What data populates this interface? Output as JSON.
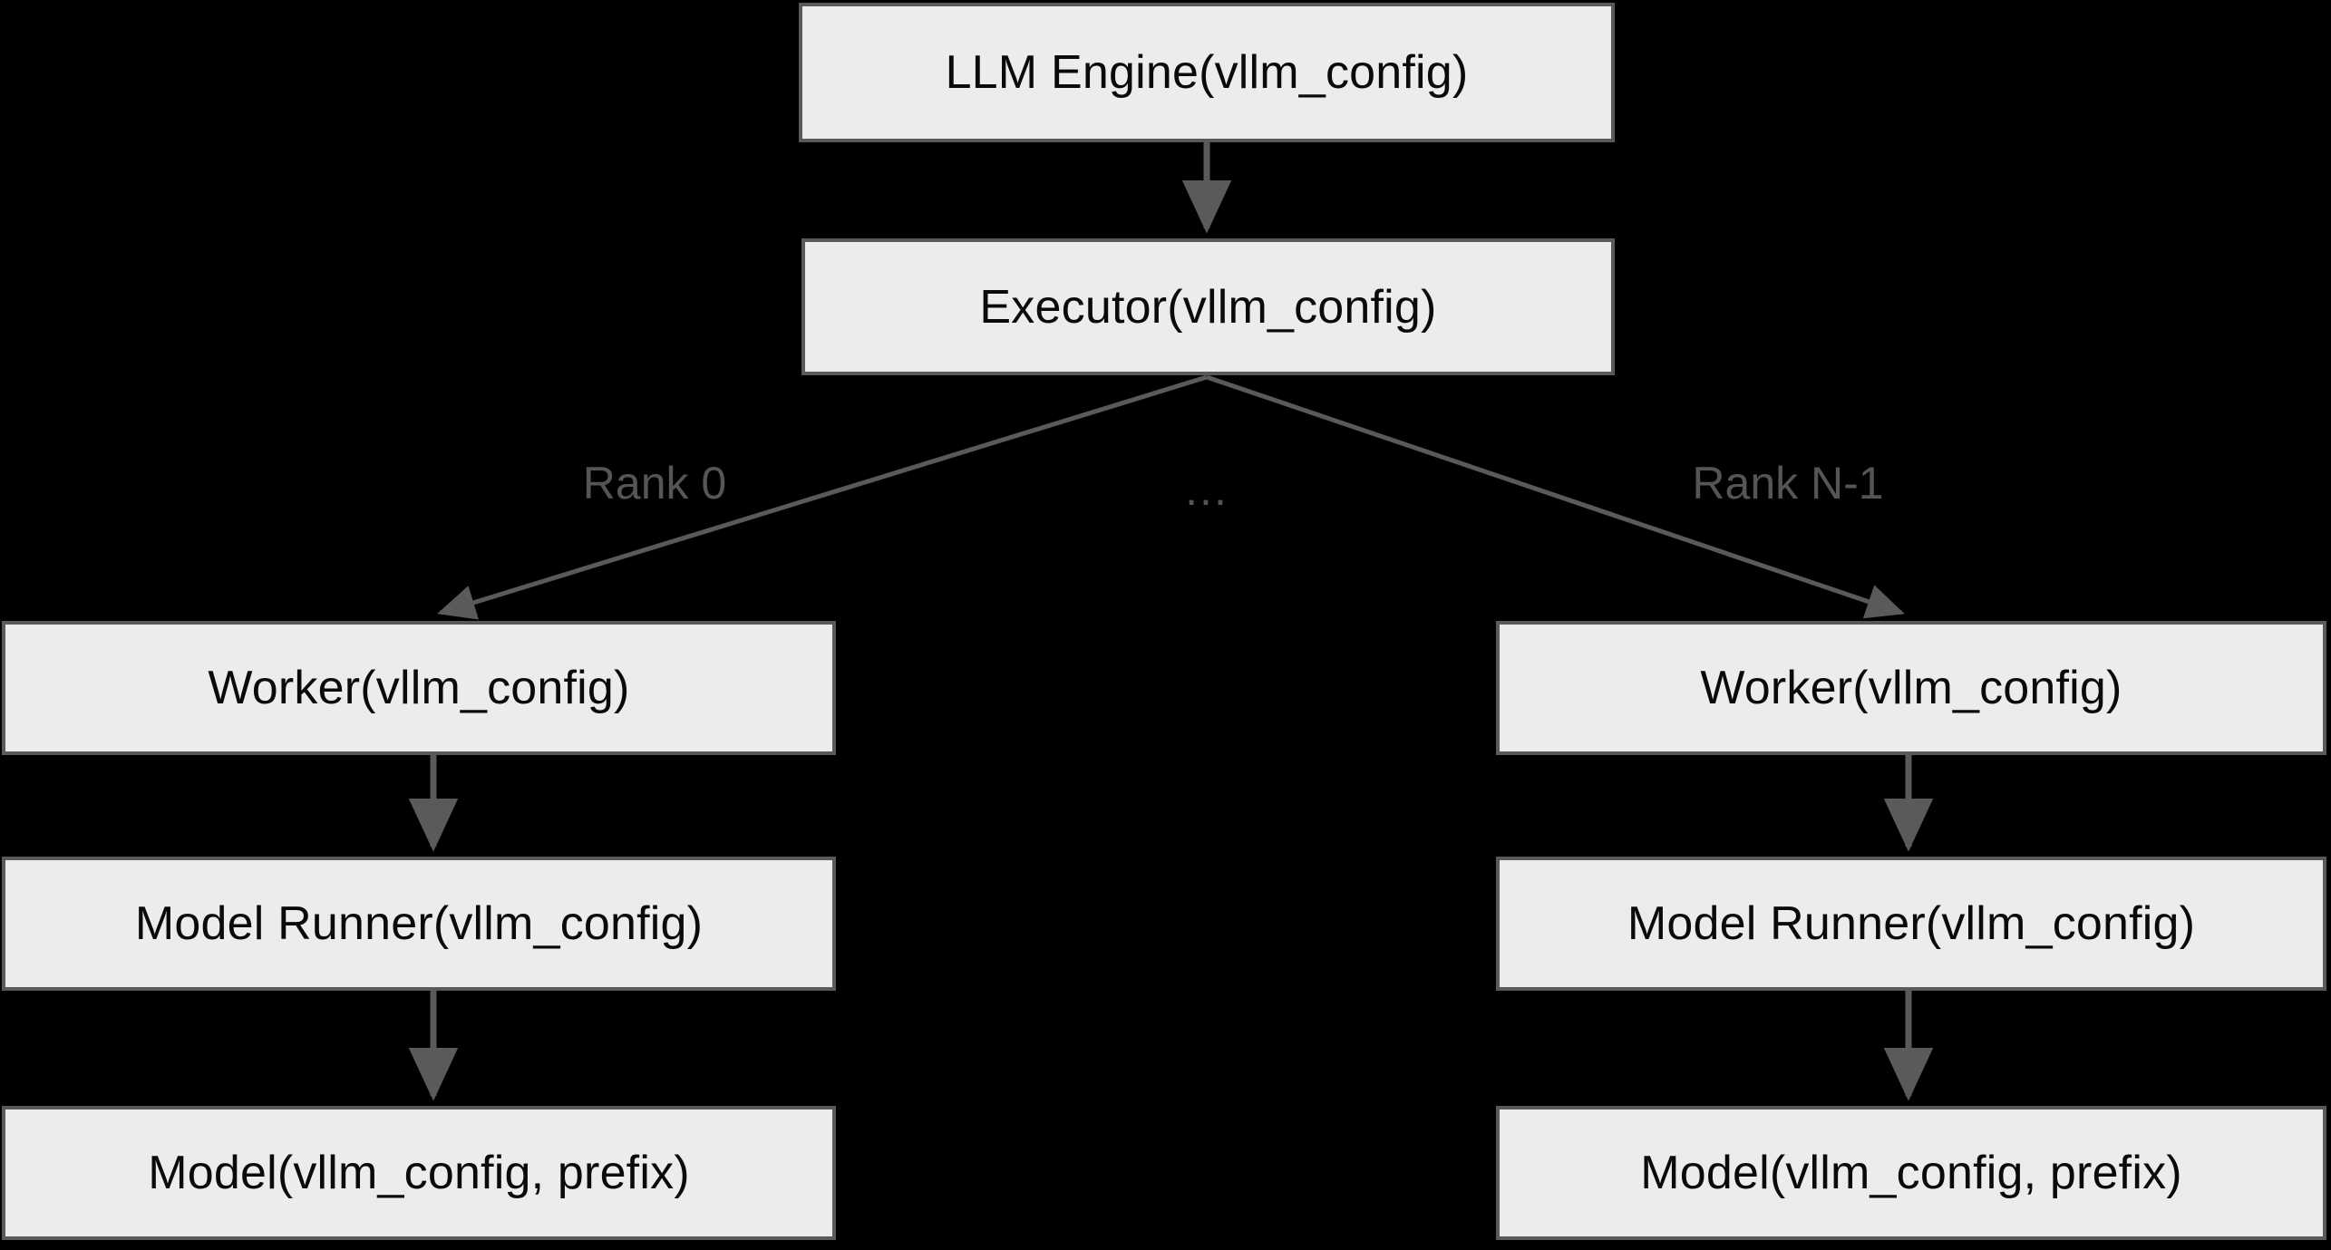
{
  "diagram": {
    "title": "vLLM config propagation hierarchy",
    "background_color": "#000000",
    "node_fill_color": "#ececec",
    "node_border_color": "#5a5a5a",
    "node_text_color": "#0a0a0a",
    "edge_color": "#555555",
    "edge_label_color": "#555555"
  },
  "nodes": {
    "llm_engine": "LLM Engine(vllm_config)",
    "executor": "Executor(vllm_config)",
    "worker_left": "Worker(vllm_config)",
    "worker_right": "Worker(vllm_config)",
    "model_runner_left": "Model Runner(vllm_config)",
    "model_runner_right": "Model Runner(vllm_config)",
    "model_left": "Model(vllm_config, prefix)",
    "model_right": "Model(vllm_config, prefix)"
  },
  "edge_labels": {
    "rank_first": "Rank 0",
    "rank_ellipsis": "...",
    "rank_last": "Rank N-1"
  }
}
